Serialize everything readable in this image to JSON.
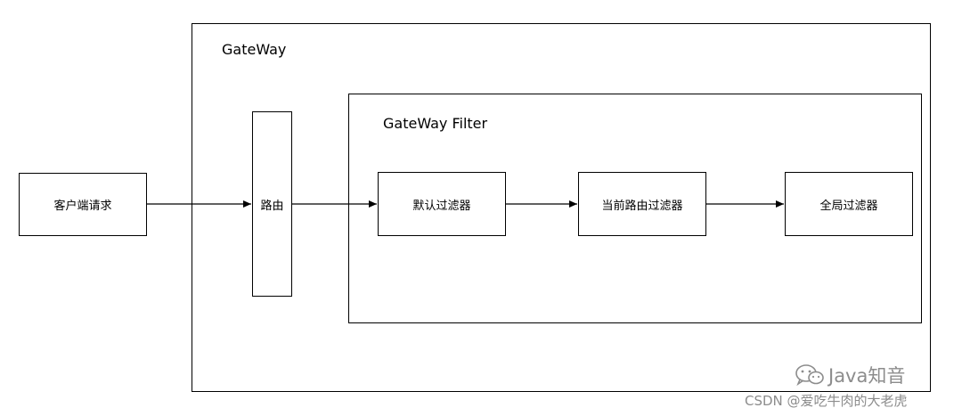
{
  "diagram": {
    "outer_container": {
      "label": "GateWay"
    },
    "inner_container": {
      "label": "GateWay Filter"
    },
    "nodes": {
      "client_request": "客户端请求",
      "router": "路由",
      "default_filter": "默认过滤器",
      "current_route_filter": "当前路由过滤器",
      "global_filter": "全局过滤器"
    },
    "edges": [
      {
        "from": "client_request",
        "to": "router"
      },
      {
        "from": "router",
        "to": "default_filter"
      },
      {
        "from": "default_filter",
        "to": "current_route_filter"
      },
      {
        "from": "current_route_filter",
        "to": "global_filter"
      }
    ]
  },
  "watermark": {
    "brand": "Java知音",
    "source": "CSDN @爱吃牛肉的大老虎",
    "icon": "wechat-icon"
  },
  "colors": {
    "stroke": "#000000",
    "background": "#ffffff",
    "watermark": "#8c8c8c"
  }
}
